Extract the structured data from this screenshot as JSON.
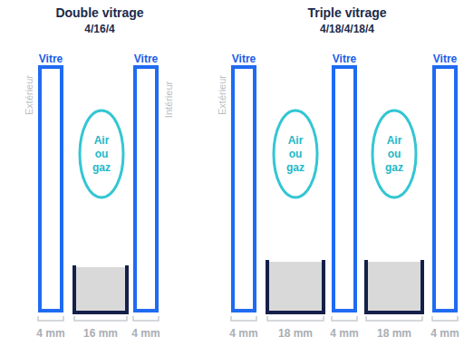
{
  "diagram": {
    "nodes": [
      {
        "text": [
          "Vitre"
        ]
      },
      {
        "text": [
          "Air ou gaz"
        ]
      },
      {
        "text": [
          "Vitre"
        ]
      },
      {
        "text": [
          "Vitre"
        ]
      },
      {
        "text": [
          "Air ou gaz"
        ]
      },
      {
        "text": [
          "Vitre"
        ]
      },
      {
        "text": [
          "Air ou gaz"
        ]
      },
      {
        "text": [
          "Vitre"
        ]
      }
    ],
    "labels": [
      "Double vitrage",
      "4/16/4",
      "Extérieur",
      "Intérieur",
      "4 mm",
      "16 mm",
      "4 mm",
      "Triple vitrage",
      "4/18/4/18/4",
      "Extérieur",
      "4 mm",
      "18 mm",
      "4 mm",
      "18 mm",
      "4 mm"
    ]
  }
}
